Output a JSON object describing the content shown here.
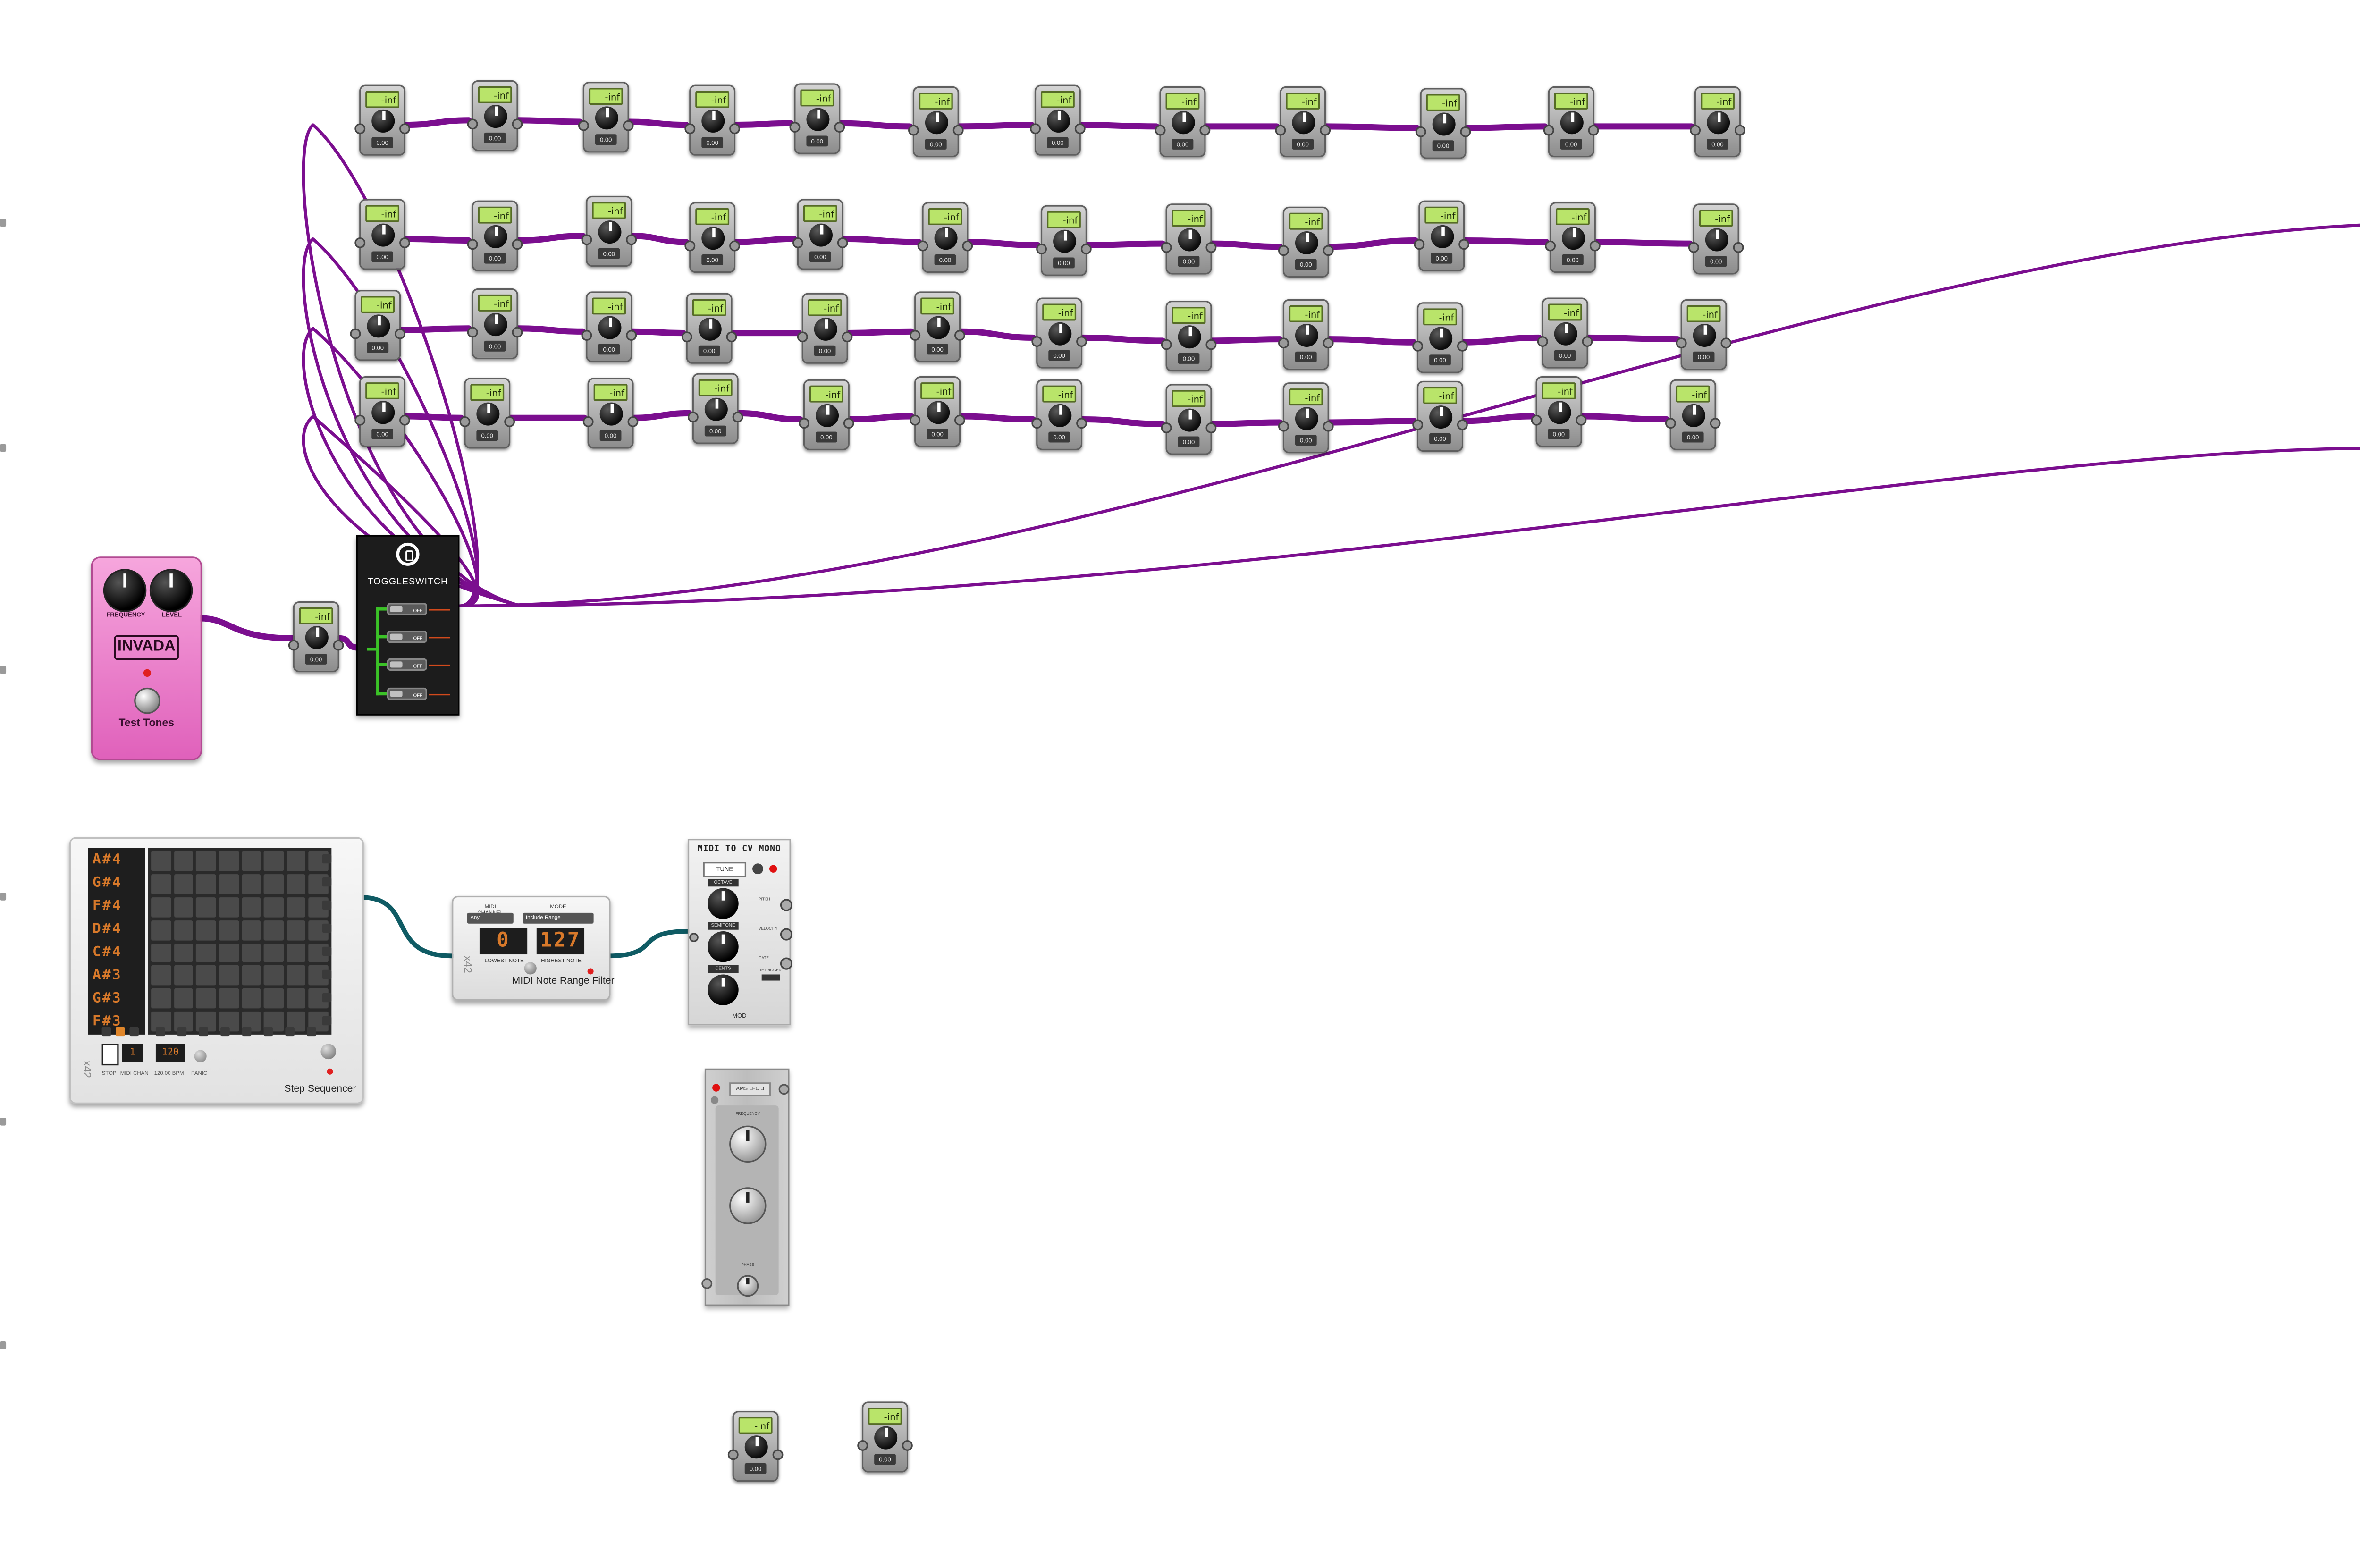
{
  "gain_plugin": {
    "meter": "-inf",
    "value": "0.00"
  },
  "invada": {
    "knob1_label": "FREQUENCY",
    "knob2_label": "LEVEL",
    "brand": "INVADA",
    "name": "Test Tones"
  },
  "toggleswitch": {
    "title": "TOGGLESWITCH",
    "switches": [
      "OFF",
      "OFF",
      "OFF",
      "OFF"
    ]
  },
  "step_sequencer": {
    "notes": [
      "A#4",
      "G#4",
      "F#4",
      "D#4",
      "C#4",
      "A#3",
      "G#3",
      "F#3"
    ],
    "stop_label": "STOP",
    "midi_channel_label": "MIDI CHAN",
    "midi_channel": "1",
    "bpm_value": "120",
    "bpm_label": "120.00 BPM",
    "panic_label": "PANIC",
    "logo": "x42",
    "name": "Step Sequencer"
  },
  "midi_filter": {
    "channel_label": "MIDI CHANNEL",
    "channel_value": "Any",
    "mode_label": "MODE",
    "mode_value": "Include Range",
    "lowest_value": "0",
    "highest_value": "127",
    "lowest_label": "LOWEST NOTE",
    "highest_label": "HIGHEST NOTE",
    "logo": "x42",
    "name": "MIDI Note Range Filter"
  },
  "midi_to_cv": {
    "title": "MIDI TO CV MONO",
    "tune_label": "TUNE",
    "knob_tags": [
      "OCTAVE",
      "SEMITONE",
      "CENTS"
    ],
    "jack_labels": [
      "PITCH",
      "VELOCITY",
      "GATE",
      "RETRIGGER"
    ],
    "brand": "MOD"
  },
  "ams_lfo": {
    "title": "AMS LFO 3",
    "frequency_label": "FREQUENCY",
    "phase_label": "PHASE"
  },
  "colors": {
    "cable": "#7b0e8f",
    "cable_midi": "#0f5b64",
    "lcd_green": "#b9e46a",
    "invada_pink": "#e061bb",
    "seg_orange": "#d8792a"
  }
}
